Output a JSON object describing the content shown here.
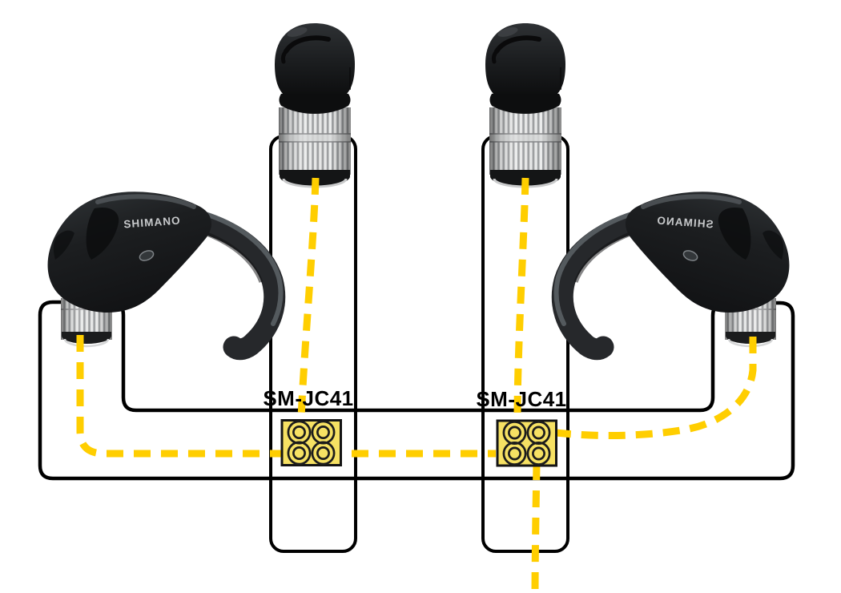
{
  "diagram": {
    "type": "wiring-diagram",
    "junction_boxes": [
      {
        "label": "SM-JC41",
        "position": "left",
        "ports": 4
      },
      {
        "label": "SM-JC41",
        "position": "right",
        "ports": 4
      }
    ],
    "brake_levers": [
      {
        "brand_label": "SHIMANO",
        "position": "left"
      },
      {
        "brand_label": "SHIMANO",
        "position": "right",
        "mirrored": true
      }
    ],
    "bar_end_shifters": [
      {
        "position": "left"
      },
      {
        "position": "right"
      }
    ],
    "connections": [
      {
        "from": "bar-end-shifter-left",
        "to": "junction-box-left",
        "enters": "top"
      },
      {
        "from": "bar-end-shifter-right",
        "to": "junction-box-right",
        "enters": "top"
      },
      {
        "from": "brake-lever-left",
        "to": "junction-box-right",
        "enters": "left",
        "note": "runs along base bar, passes behind junction-box-left"
      },
      {
        "from": "brake-lever-right",
        "to": "junction-box-right",
        "enters": "right"
      },
      {
        "from": "junction-box-right",
        "to": "off-screen-bottom",
        "exits": "bottom"
      }
    ],
    "colors": {
      "wire": "#FFCE00",
      "junction_box_fill": "#F6E163",
      "outline": "#000000",
      "background": "#FFFFFF"
    }
  }
}
